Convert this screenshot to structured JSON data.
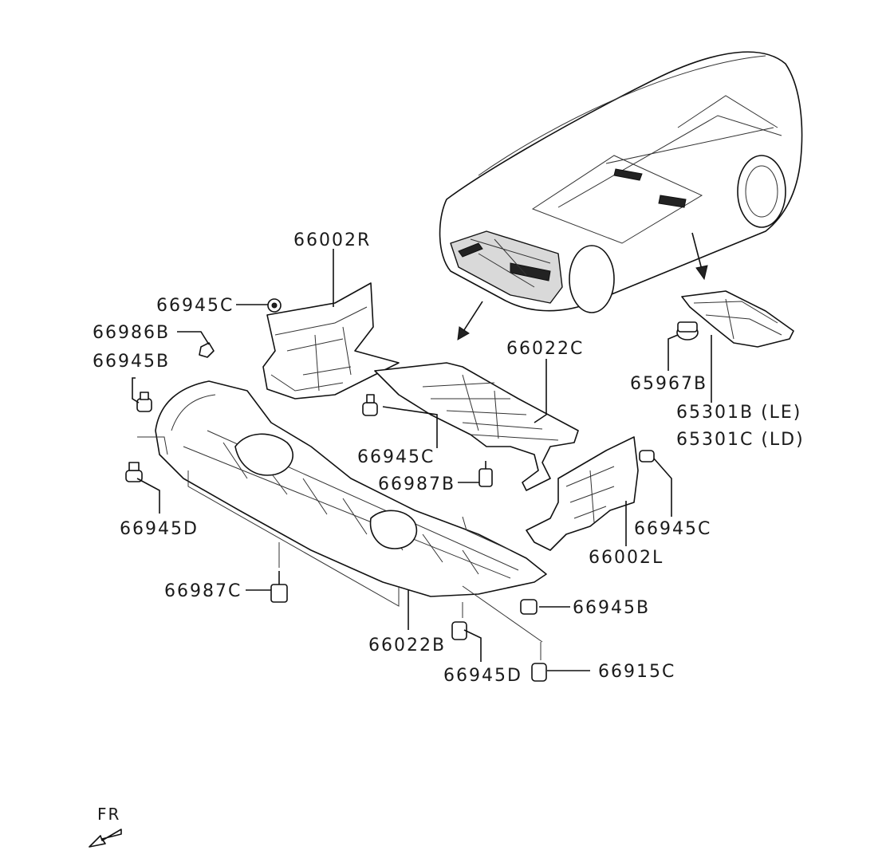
{
  "labels": {
    "p66002R": "66002R",
    "p66945C_a": "66945C",
    "p66986B": "66986B",
    "p66945B_a": "66945B",
    "p66022C": "66022C",
    "p65967B": "65967B",
    "p65301B": "65301B (LE)",
    "p65301C": "65301C (LD)",
    "p66945C_b": "66945C",
    "p66987B": "66987B",
    "p66945D_a": "66945D",
    "p66945C_c": "66945C",
    "p66002L": "66002L",
    "p66987C": "66987C",
    "p66945B_b": "66945B",
    "p66022B": "66022B",
    "p66945D_b": "66945D",
    "p66915C": "66915C",
    "fr": "FR"
  },
  "icons": {
    "front_direction": "front-arrow-icon",
    "fastener": "clip-icon"
  }
}
